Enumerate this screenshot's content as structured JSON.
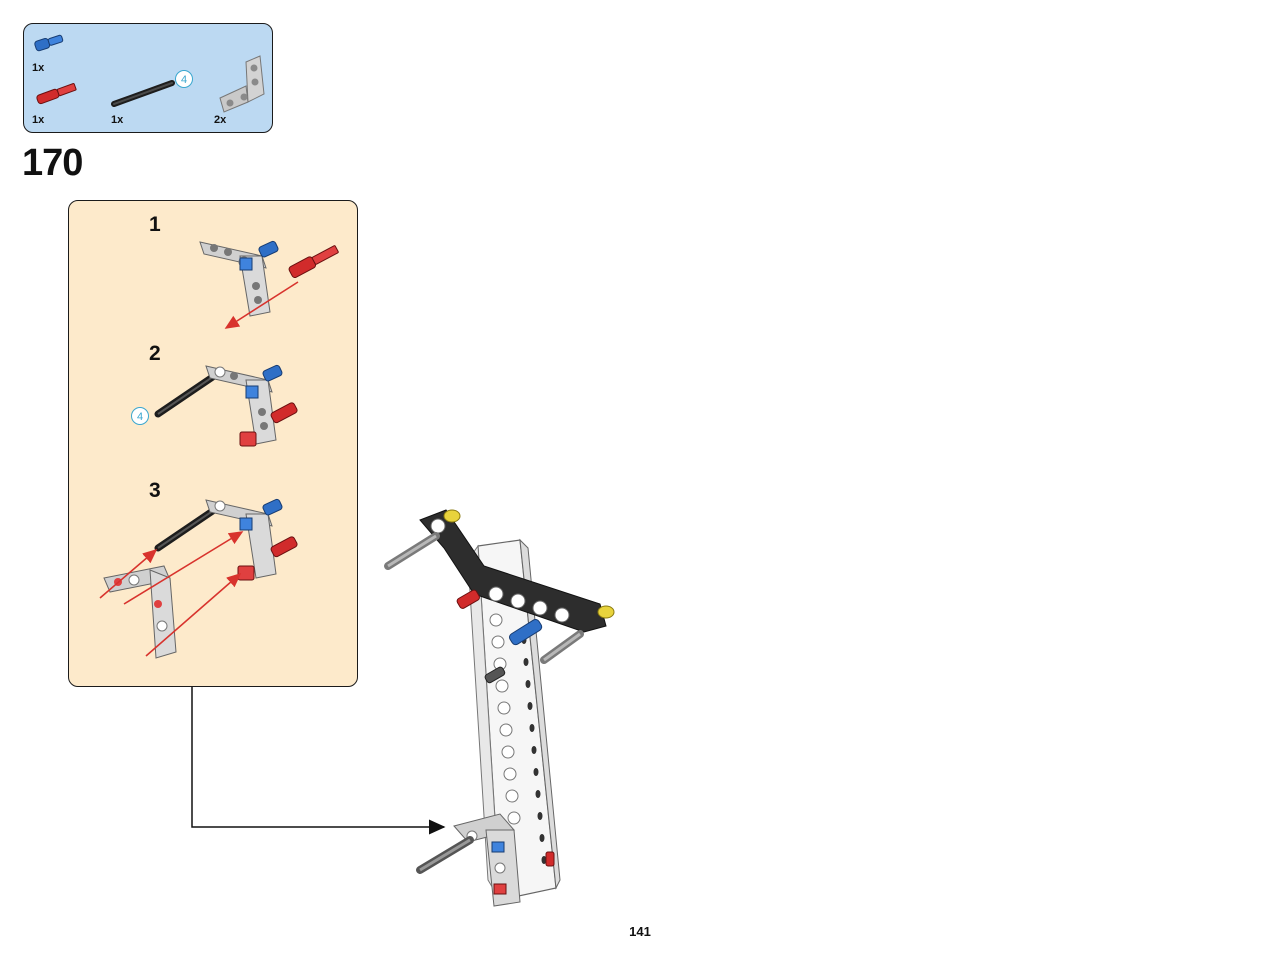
{
  "parts_list": {
    "items": [
      {
        "part": "blue-pin",
        "qty": "1x"
      },
      {
        "part": "red-axle-pin",
        "qty": "1x"
      },
      {
        "part": "black-axle",
        "qty": "1x",
        "length_badge": "4"
      },
      {
        "part": "grey-l-beam",
        "qty": "2x"
      }
    ]
  },
  "step": {
    "number": "170"
  },
  "sub_steps": {
    "items": [
      {
        "number": "1"
      },
      {
        "number": "2",
        "axle_badge": "4"
      },
      {
        "number": "3"
      }
    ]
  },
  "page": {
    "number": "141"
  },
  "colors": {
    "parts_box_bg": "#bcd9f2",
    "sub_panel_bg": "#fdeacb",
    "arrow_red": "#d8332d",
    "blue_part": "#2f6fc6",
    "red_part": "#d12b2b",
    "grey_part": "#c9c9c9",
    "black_part": "#2d2d2d",
    "yellow_part": "#e8d33c"
  }
}
